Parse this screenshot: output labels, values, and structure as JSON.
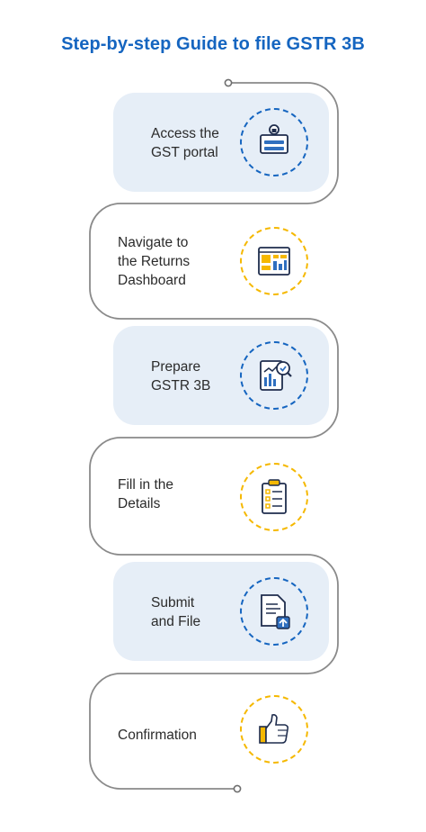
{
  "title": "Step-by-step Guide to file GSTR 3B",
  "steps": [
    {
      "label": "Access the\nGST portal",
      "icon": "login-form-icon",
      "theme": "blue"
    },
    {
      "label": "Navigate to\nthe Returns\nDashboard",
      "icon": "dashboard-icon",
      "theme": "yellow"
    },
    {
      "label": "Prepare\nGSTR 3B",
      "icon": "report-analysis-icon",
      "theme": "blue"
    },
    {
      "label": "Fill in the\nDetails",
      "icon": "clipboard-checklist-icon",
      "theme": "yellow"
    },
    {
      "label": "Submit\nand File",
      "icon": "document-upload-icon",
      "theme": "blue"
    },
    {
      "label": "Confirmation",
      "icon": "thumbs-up-icon",
      "theme": "yellow"
    }
  ],
  "colors": {
    "accent_blue": "#1565c0",
    "accent_yellow": "#f5b800",
    "card_fill": "#e6eef7",
    "path_line": "#8a8a8a"
  }
}
